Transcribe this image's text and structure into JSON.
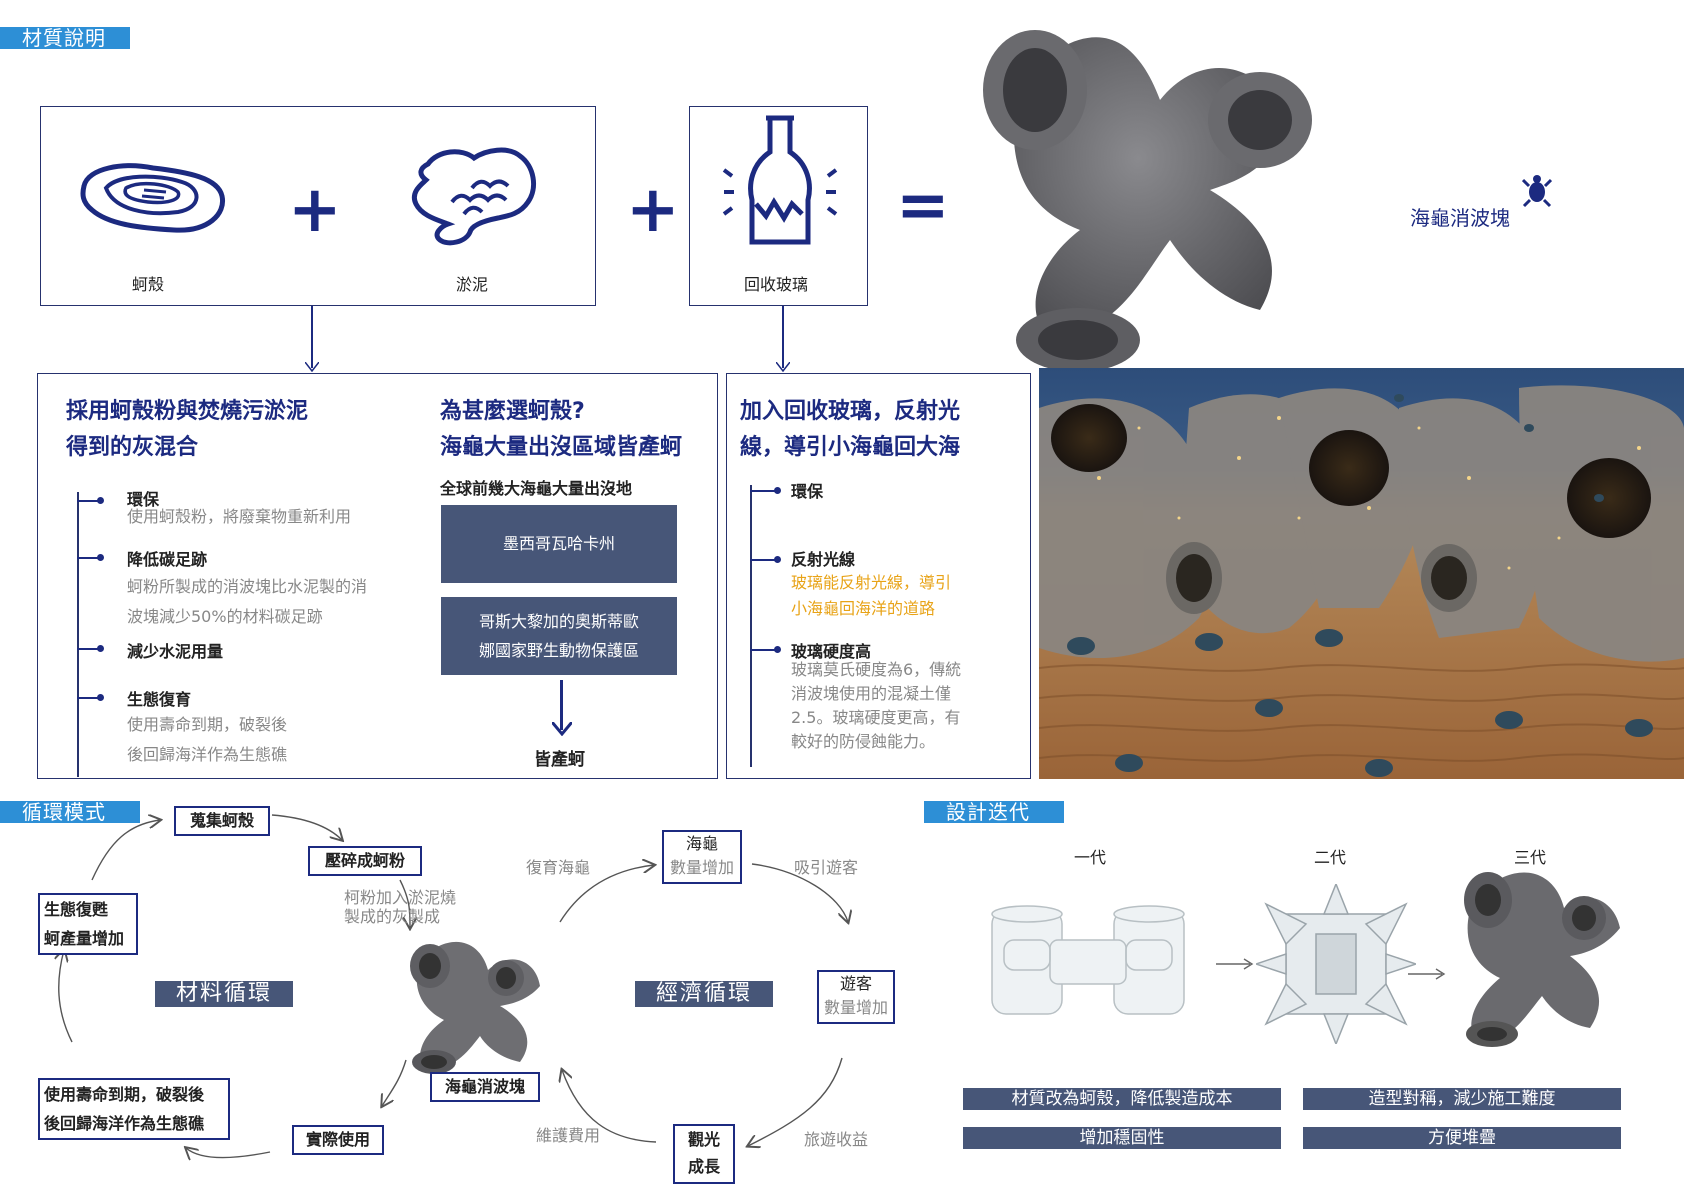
{
  "section_tags": {
    "material": "材質說明",
    "cycle": "循環模式",
    "design": "設計迭代"
  },
  "ingredients": {
    "oyster": "蚵殼",
    "mud": "淤泥",
    "glass": "回收玻璃"
  },
  "operators": {
    "plus": "+",
    "equals": "="
  },
  "product_name": "海龜消波塊",
  "left_col": {
    "title_line1": "採用蚵殼粉與焚燒污淤泥",
    "title_line2": "得到的灰混合",
    "items": [
      {
        "head": "環保",
        "desc": [
          "使用蚵殼粉，將廢棄物重新利用"
        ]
      },
      {
        "head": "降低碳足跡",
        "desc": [
          "蚵粉所製成的消波塊比水泥製的消",
          "波塊減少50%的材料碳足跡"
        ]
      },
      {
        "head": "減少水泥用量",
        "desc": []
      },
      {
        "head": "生態復育",
        "desc": [
          "使用壽命到期，破裂後",
          "後回歸海洋作為生態礁"
        ]
      }
    ]
  },
  "mid_col": {
    "title_line1": "為甚麼選蚵殼?",
    "title_line2": "海龜大量出沒區域皆產蚵",
    "subtitle": "全球前幾大海龜大量出沒地",
    "place1": "墨西哥瓦哈卡州",
    "place2_line1": "哥斯大黎加的奧斯蒂歐",
    "place2_line2": "娜國家野生動物保護區",
    "result": "皆產蚵"
  },
  "right_col": {
    "title_line1": "加入回收玻璃，反射光",
    "title_line2": "線，導引小海龜回大海",
    "items": [
      {
        "head": "環保",
        "desc": []
      },
      {
        "head": "反射光線",
        "desc": [
          "玻璃能反射光線，導引",
          "小海龜回海洋的道路"
        ]
      },
      {
        "head": "玻璃硬度高",
        "desc": [
          "玻璃莫氏硬度為6，傳統",
          "消波塊使用的混凝土僅",
          "2.5。玻璃硬度更高，有",
          "較好的防侵蝕能力。"
        ]
      }
    ]
  },
  "cycle": {
    "material_loop": "材料循環",
    "economic_loop": "經濟循環",
    "collect": "蒐集蚵殼",
    "crush": "壓碎成蚵粉",
    "mix_note_line1": "柯粉加入淤泥燒",
    "mix_note_line2": "製成的灰製成",
    "center_product": "海龜消波塊",
    "use": "實際使用",
    "end_line1": "使用壽命到期，破裂後",
    "end_line2": "後回歸海洋作為生態礁",
    "eco_line1": "生態復甦",
    "eco_line2": "蚵產量增加",
    "turtle_line1": "海龜",
    "turtle_line2": "數量增加",
    "visitor_line1": "遊客",
    "visitor_line2": "數量增加",
    "tourism_line1": "觀光",
    "tourism_line2": "成長",
    "restore_turtle": "復育海龜",
    "attract": "吸引遊客",
    "maintenance": "維護費用",
    "tour_income": "旅遊收益"
  },
  "iterations": {
    "gen1": "一代",
    "gen2": "二代",
    "gen3": "三代",
    "note1": "材質改為蚵殼，降低製造成本",
    "note2": "造型對稱，減少施工難度",
    "note3": "增加穩固性",
    "note4": "方便堆疊"
  },
  "colors": {
    "navy": "#1c2a80",
    "tag_blue": "#2d8fd6",
    "slate": "#475678",
    "orange": "#e8a317",
    "block_gray": "#6a6a6e"
  }
}
